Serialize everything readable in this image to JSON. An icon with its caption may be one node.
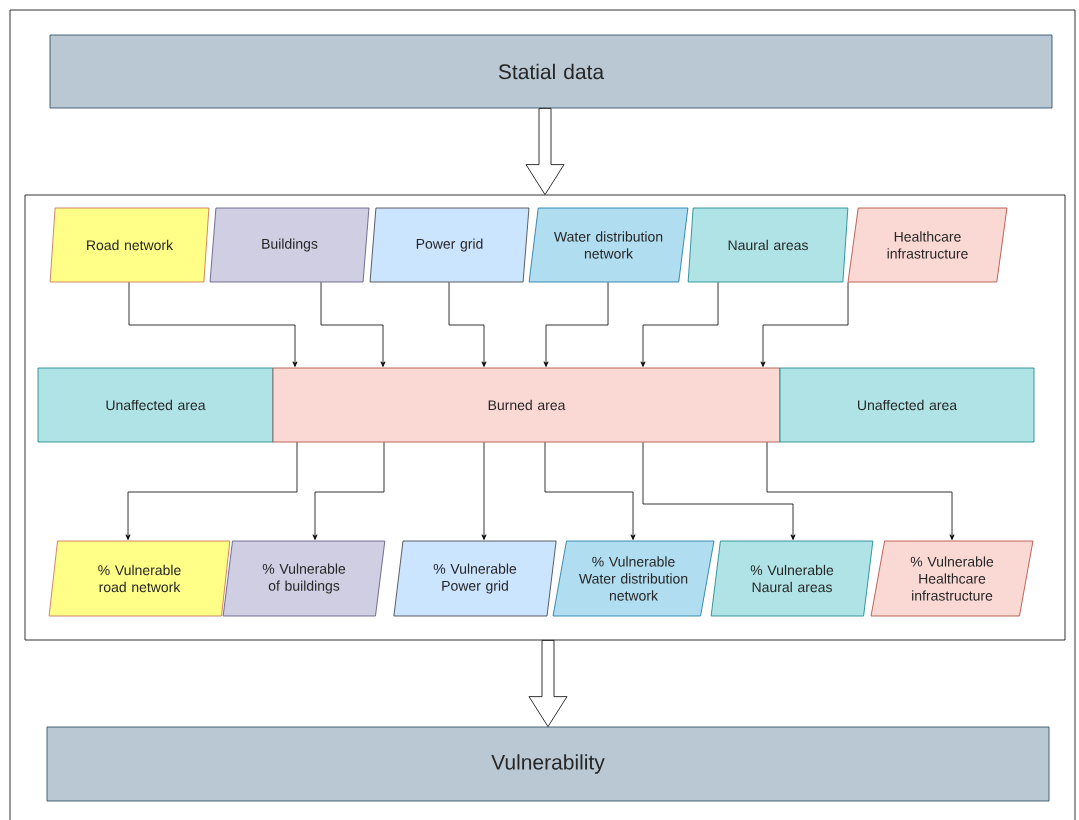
{
  "diagram": {
    "nodes": [
      {
        "text": [
          "Statial data"
        ]
      },
      {
        "text": [],
        "shape": "box"
      },
      {
        "text": [
          "Road network"
        ],
        "in": 1
      },
      {
        "text": [
          "Buildings"
        ],
        "in": 1
      },
      {
        "text": [
          "Power grid"
        ],
        "in": 1
      },
      {
        "text": [
          "Water distribution network"
        ],
        "in": 1
      },
      {
        "text": [
          "Naural areas"
        ],
        "in": 1
      },
      {
        "text": [
          "Healthcare infrastructure"
        ],
        "in": 1
      },
      {
        "text": [
          "Unaffected area"
        ],
        "in": 1
      },
      {
        "text": [
          "Burned area"
        ],
        "in": 1
      },
      {
        "text": [
          "Unaffected area"
        ],
        "in": 1
      },
      {
        "text": [
          "% Vulnerable road network"
        ],
        "in": 1
      },
      {
        "text": [
          "% Vulnerable of buildings"
        ],
        "in": 1
      },
      {
        "text": [
          "% Vulnerable Power grid"
        ],
        "in": 1
      },
      {
        "text": [
          "% Vulnerable Water distribution network"
        ],
        "in": 1
      },
      {
        "text": [
          "% Vulnerable Naural areas"
        ],
        "in": 1
      },
      {
        "text": [
          "% Vulnerable Healthcare infrastructure"
        ],
        "in": 1
      },
      {
        "text": [
          "Vulnerability"
        ]
      }
    ],
    "edges": [
      {
        "from": 0,
        "to": 1,
        "arrow": "to"
      },
      {
        "from": 2,
        "to": 9,
        "arrow": "to"
      },
      {
        "from": 3,
        "to": 9,
        "arrow": "to"
      },
      {
        "from": 4,
        "to": 9,
        "arrow": "to"
      },
      {
        "from": 5,
        "to": 9,
        "arrow": "to"
      },
      {
        "from": 6,
        "to": 9,
        "arrow": "to"
      },
      {
        "from": 7,
        "to": 9,
        "arrow": "to"
      },
      {
        "from": 9,
        "to": 11,
        "arrow": "to"
      },
      {
        "from": 9,
        "to": 12,
        "arrow": "to"
      },
      {
        "from": 9,
        "to": 13,
        "arrow": "to"
      },
      {
        "from": 9,
        "to": 14,
        "arrow": "to"
      },
      {
        "from": 9,
        "to": 15,
        "arrow": "to"
      },
      {
        "from": 9,
        "to": 16,
        "arrow": "to"
      },
      {
        "from": 1,
        "to": 17,
        "arrow": "to"
      }
    ]
  }
}
